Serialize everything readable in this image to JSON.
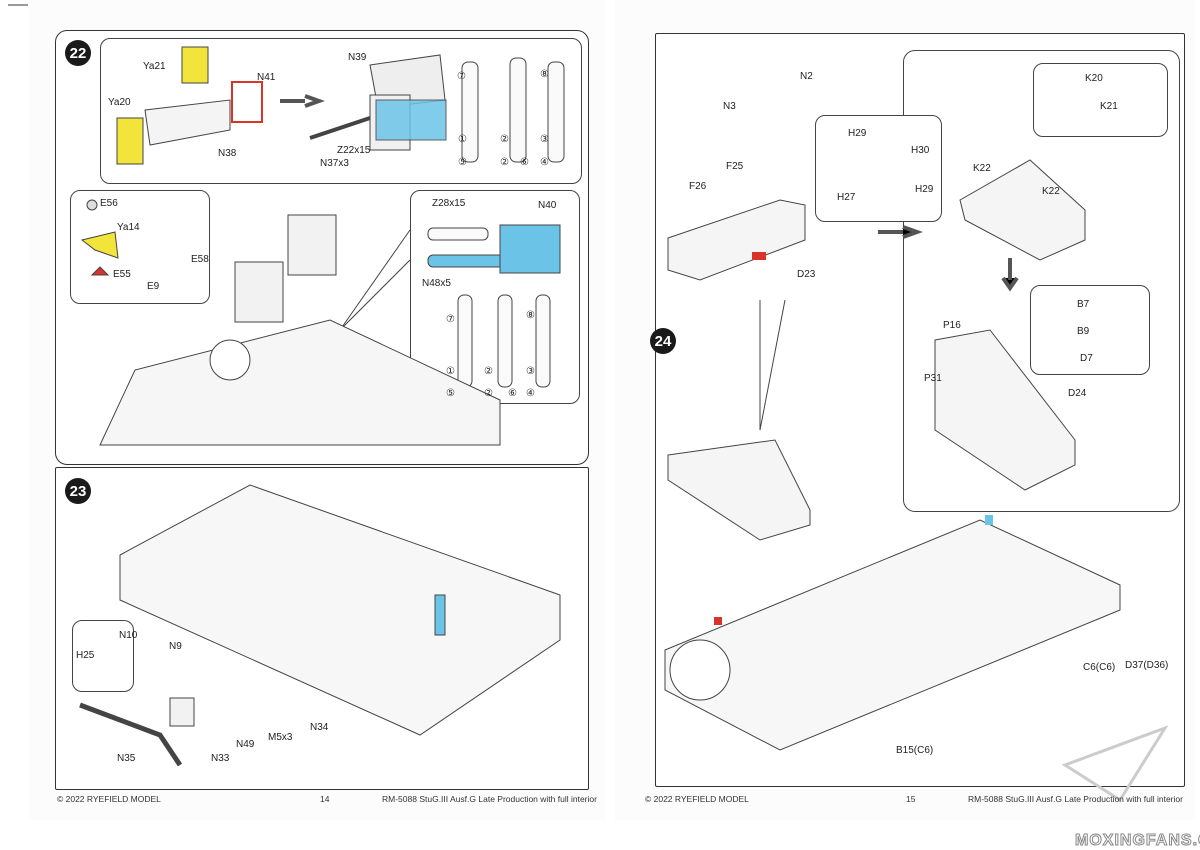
{
  "left_page": {
    "step22": {
      "number": "22",
      "top_callout": {
        "labels": [
          "Ya21",
          "N41",
          "Ya20",
          "N38",
          "N39",
          "Z22x15",
          "N37x3"
        ],
        "rounds": [
          "⑦",
          "②",
          "⑧",
          "①",
          "②",
          "③",
          "⑤",
          "⑥",
          "④"
        ]
      },
      "left_callout": {
        "labels": [
          "E56",
          "Ya14",
          "E55"
        ]
      },
      "right_callout": {
        "labels": [
          "Z28x15",
          "N40",
          "N48x5"
        ],
        "rounds": [
          "⑦",
          "②",
          "⑧",
          "①",
          "②",
          "③",
          "⑤",
          "⑥",
          "④"
        ]
      },
      "main_labels": [
        "E9",
        "E58"
      ]
    },
    "step23": {
      "number": "23",
      "labels": [
        "N10",
        "H25",
        "N9",
        "N35",
        "N33",
        "N49",
        "M5x3",
        "N34"
      ]
    },
    "footer": {
      "copyright": "© 2022 RYEFIELD MODEL",
      "page_number": "14",
      "kit_title": "RM-5088 StuG.III Ausf.G Late Production with full interior"
    }
  },
  "right_page": {
    "step24": {
      "number": "24",
      "labels": [
        "N2",
        "N3",
        "F25",
        "F26",
        "D23",
        "H29",
        "H30",
        "H29",
        "H27",
        "K20",
        "K21",
        "K22",
        "K22",
        "B7",
        "B9",
        "D7",
        "P16",
        "P31",
        "D24",
        "C6(C6)",
        "D37(D36)",
        "B15(C6)"
      ]
    },
    "footer": {
      "copyright": "© 2022 RYEFIELD MODEL",
      "page_number": "15",
      "kit_title": "RM-5088 StuG.III Ausf.G Late Production with full interior"
    }
  },
  "watermark": "MOXINGFANS.COM",
  "colors": {
    "part_blue": "#6cc3e8",
    "part_red": "#d9342b",
    "part_yellow": "#f2e43a"
  }
}
